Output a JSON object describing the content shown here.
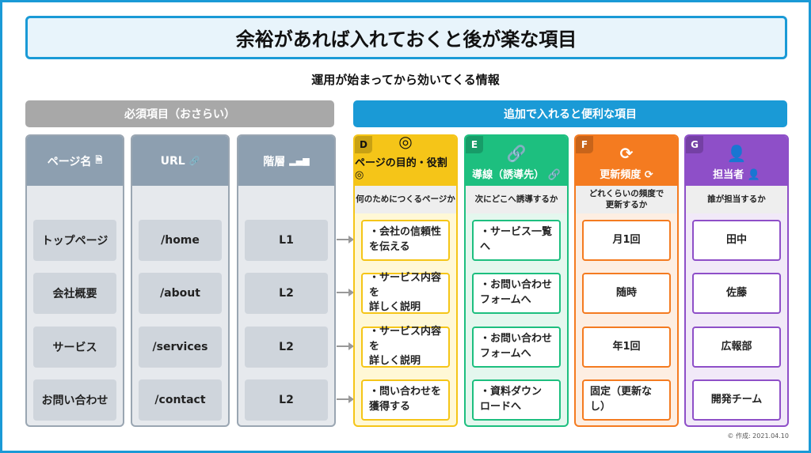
{
  "title": "余裕があれば入れておくと後が楽な項目",
  "subtitle": "運用が始まってから効いてくる情報",
  "required_header": "必須項目（おさらい）",
  "optional_header": "追加で入れると便利な項目",
  "required_columns": [
    {
      "label": "ページ名",
      "icon": "document-icon",
      "glyph": "🗎",
      "cells": [
        "トップページ",
        "会社概要",
        "サービス",
        "お問い合わせ"
      ]
    },
    {
      "label": "URL",
      "icon": "link-icon",
      "glyph": "🔗",
      "cells": [
        "/home",
        "/about",
        "/services",
        "/contact"
      ]
    },
    {
      "label": "階層",
      "icon": "bar-chart-icon",
      "glyph": "▂▄▆",
      "cells": [
        "L1",
        "L2",
        "L2",
        "L2"
      ]
    }
  ],
  "optional_columns": [
    {
      "letter": "D",
      "label": "ページの目的・役割",
      "icon": "target-icon",
      "glyph": "◎",
      "question": "何のためにつくるページか",
      "color": "#f5c518",
      "light": "#fff8d6",
      "text": "#111",
      "cells": [
        "・会社の信頼性\nを伝える",
        "・サービス内容を\n詳しく説明",
        "・サービス内容を\n詳しく説明",
        "・問い合わせを\n獲得する"
      ]
    },
    {
      "letter": "E",
      "label": "導線（誘導先）",
      "icon": "link-icon",
      "glyph": "🔗",
      "question": "次にどこへ誘導するか",
      "color": "#1dbf7f",
      "light": "#e4f7ee",
      "text": "#fff",
      "cells": [
        "・サービス一覧へ",
        "・お問い合わせ\nフォームへ",
        "・お問い合わせ\nフォームへ",
        "・資料ダウン\nロードへ"
      ]
    },
    {
      "letter": "F",
      "label": "更新頻度",
      "icon": "refresh-icon",
      "glyph": "⟳",
      "question": "どれくらいの頻度で\n更新するか",
      "color": "#f47b20",
      "light": "#fdeee2",
      "text": "#fff",
      "cells": [
        "月1回",
        "随時",
        "年1回",
        "固定（更新なし）"
      ]
    },
    {
      "letter": "G",
      "label": "担当者",
      "icon": "person-icon",
      "glyph": "👤",
      "question": "誰が担当するか",
      "color": "#8e4fc8",
      "light": "#f1e9f8",
      "text": "#fff",
      "cells": [
        "田中",
        "佐藤",
        "広報部",
        "開発チーム"
      ]
    }
  ],
  "footer": "© 作成: 2021.04.10"
}
